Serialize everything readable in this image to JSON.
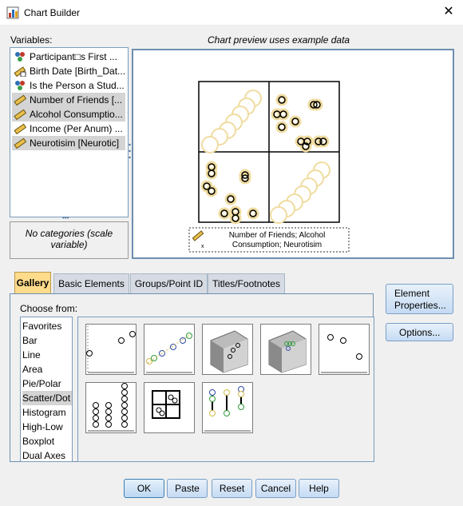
{
  "window": {
    "title": "Chart Builder",
    "close_glyph": "✕"
  },
  "variables": {
    "label": "Variables:",
    "items": [
      {
        "label": "Participant□s First ...",
        "icon": "nominal-icon",
        "selected": false
      },
      {
        "label": "Birth Date [Birth_Dat...",
        "icon": "date-scale-icon",
        "selected": false
      },
      {
        "label": "Is the Person a Stud...",
        "icon": "nominal-icon",
        "selected": false
      },
      {
        "label": "Number of Friends [...",
        "icon": "scale-ruler-icon",
        "selected": true
      },
      {
        "label": "Alcohol Consumptio...",
        "icon": "scale-ruler-icon",
        "selected": true
      },
      {
        "label": "Income (Per Anum) ...",
        "icon": "scale-ruler-icon",
        "selected": false
      },
      {
        "label": "Neurotisim [Neurotic]",
        "icon": "scale-ruler-icon",
        "selected": true
      }
    ],
    "categories_text": "No categories (scale variable)"
  },
  "preview": {
    "caption": "Chart preview uses example data",
    "axis_label_line1": "Number of Friends; Alcohol",
    "axis_label_line2": "Consumption; Neurotisim"
  },
  "tabs": [
    {
      "label": "Gallery",
      "active": true
    },
    {
      "label": "Basic Elements",
      "active": false
    },
    {
      "label": "Groups/Point ID",
      "active": false
    },
    {
      "label": "Titles/Footnotes",
      "active": false
    }
  ],
  "gallery": {
    "choose_label": "Choose from:",
    "types": [
      "Favorites",
      "Bar",
      "Line",
      "Area",
      "Pie/Polar",
      "Scatter/Dot",
      "Histogram",
      "High-Low",
      "Boxplot",
      "Dual Axes"
    ],
    "selected_type": "Scatter/Dot"
  },
  "side_buttons": {
    "element_properties_line1": "Element",
    "element_properties_line2": "Properties...",
    "options": "Options..."
  },
  "bottom_buttons": {
    "ok": "OK",
    "paste": "Paste",
    "reset": "Reset",
    "cancel": "Cancel",
    "help": "Help"
  }
}
